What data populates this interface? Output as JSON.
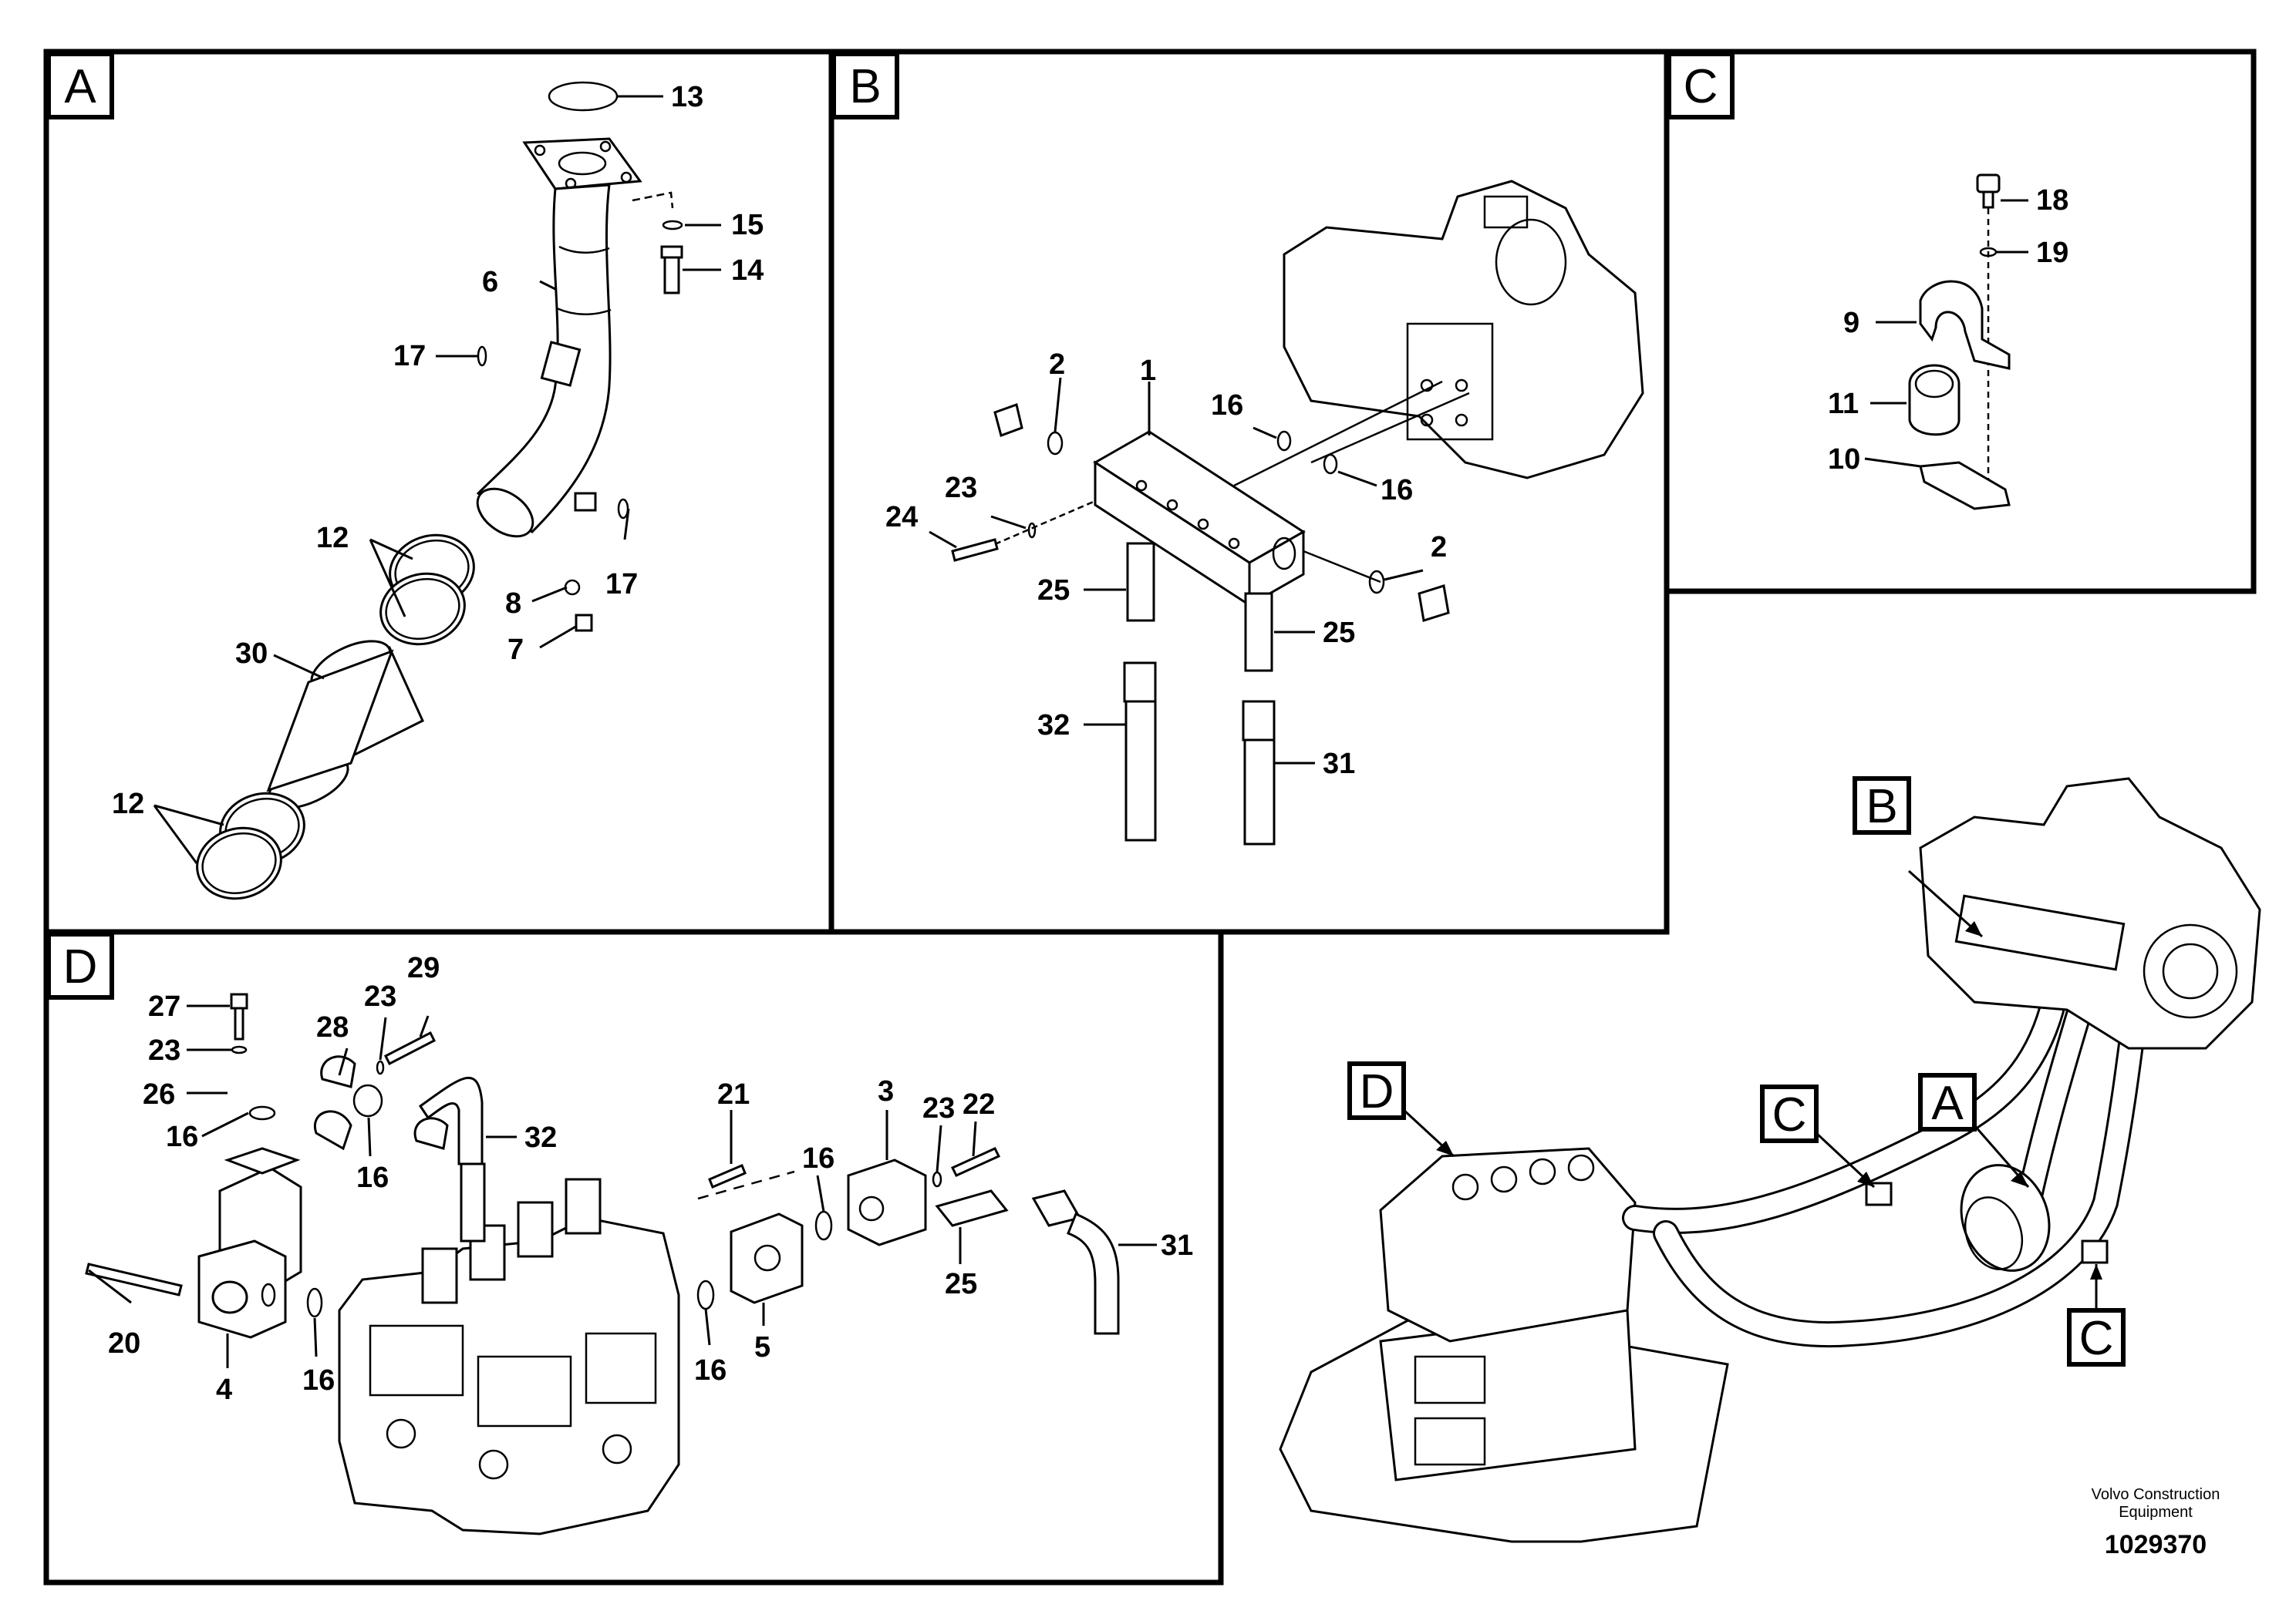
{
  "panels": {
    "a": {
      "label": "A"
    },
    "b": {
      "label": "B"
    },
    "c": {
      "label": "C"
    },
    "d": {
      "label": "D"
    }
  },
  "overview": {
    "callout_b": "B",
    "callout_a": "A",
    "callout_c_upper": "C",
    "callout_c_lower": "C",
    "callout_d": "D"
  },
  "items": {
    "a": [
      "13",
      "15",
      "14",
      "6",
      "17",
      "17",
      "12",
      "8",
      "7",
      "30",
      "12"
    ],
    "b": [
      "2",
      "1",
      "16",
      "16",
      "23",
      "24",
      "2",
      "25",
      "25",
      "32",
      "31"
    ],
    "c": [
      "18",
      "19",
      "9",
      "11",
      "10"
    ],
    "d": [
      "27",
      "23",
      "29",
      "28",
      "23",
      "26",
      "16",
      "32",
      "16",
      "20",
      "4",
      "16",
      "21",
      "3",
      "23",
      "22",
      "16",
      "31",
      "25",
      "16",
      "5"
    ]
  },
  "footer": {
    "brand_line1": "Volvo Construction",
    "brand_line2": "Equipment",
    "doc_number": "1029370"
  }
}
